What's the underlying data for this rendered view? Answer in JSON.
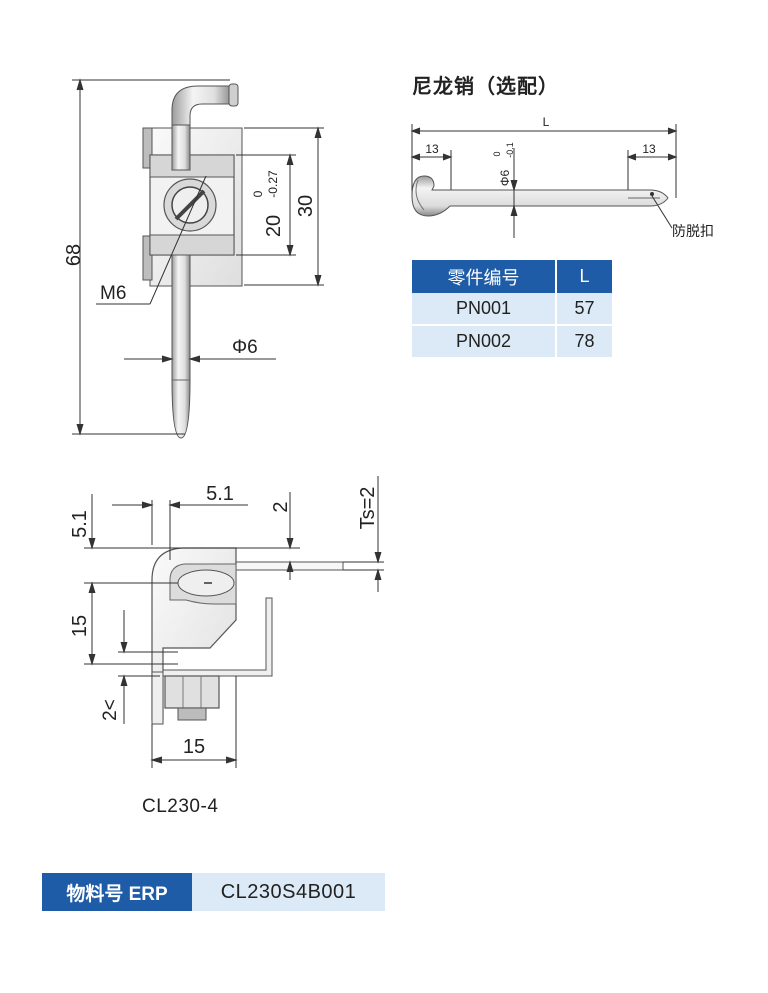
{
  "front_view": {
    "dim_height": "68",
    "dim_slot": "20",
    "dim_slot_tol_upper": "0",
    "dim_slot_tol_lower": "-0.27",
    "dim_body": "30",
    "dim_thread": "M6",
    "dim_pin": "Φ6"
  },
  "side_view": {
    "dim_top_offset": "5.1",
    "dim_left_offset": "5.1",
    "dim_gap": "2",
    "dim_thickness": "Ts=2",
    "dim_body_height": "15",
    "dim_base": "2<",
    "dim_width": "15"
  },
  "nylon_pin": {
    "title": "尼龙销（选配）",
    "dim_length": "L",
    "dim_left": "13",
    "dim_right": "13",
    "dim_diameter": "Φ6",
    "dim_diameter_tol_upper": "0",
    "dim_diameter_tol_lower": "-0.1",
    "callout": "防脱扣"
  },
  "parts_table": {
    "headers": [
      "零件编号",
      "L"
    ],
    "rows": [
      {
        "part": "PN001",
        "length": "57"
      },
      {
        "part": "PN002",
        "length": "78"
      }
    ]
  },
  "model_caption": "CL230-4",
  "erp": {
    "label": "物料号 ERP",
    "value": "CL230S4B001"
  },
  "colors": {
    "header_blue": "#1f5ca8",
    "cell_light_blue": "#dbeaf6",
    "metal_light": "#f0f0f0",
    "metal_shadow": "#9a9a9a",
    "line": "#333333"
  }
}
